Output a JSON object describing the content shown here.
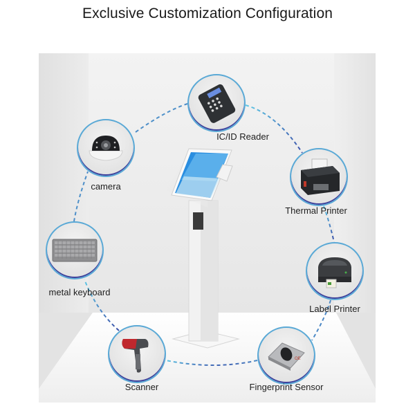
{
  "header": {
    "title": "Exclusive Customization Configuration"
  },
  "center_device": {
    "name": "self-service kiosk",
    "screen_color": "#2a8ee0"
  },
  "accent_colors": {
    "link_light": "#5ec8e6",
    "link_dark": "#3b4fa8",
    "ring": "#5aa9d6"
  },
  "modules": [
    {
      "id": "ic-id-reader",
      "label": "IC/ID Reader",
      "icon": "card-reader-icon"
    },
    {
      "id": "camera",
      "label": "camera",
      "icon": "dome-camera-icon"
    },
    {
      "id": "thermal-printer",
      "label": "Thermal Printer",
      "icon": "thermal-printer-icon"
    },
    {
      "id": "metal-keyboard",
      "label": "metal keyboard",
      "icon": "keyboard-icon"
    },
    {
      "id": "label-printer",
      "label": "Label Printer",
      "icon": "label-printer-icon"
    },
    {
      "id": "scanner",
      "label": "Scanner",
      "icon": "barcode-scanner-icon"
    },
    {
      "id": "fingerprint-sensor",
      "label": "Fingerprint Sensor",
      "icon": "fingerprint-icon"
    }
  ]
}
